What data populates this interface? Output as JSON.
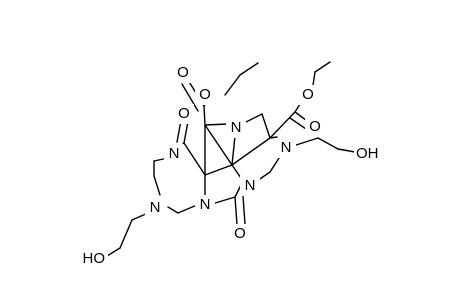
{
  "molecule": {
    "labels": {
      "o_ester_left_carbonyl": "O",
      "o_ester_left_ether": "O",
      "o_ester_right_carbonyl": "O",
      "o_ester_right_ether": "O",
      "n_top_center": "N",
      "o_ketone_top": "O",
      "n_left_upper": "N",
      "n_right_upper": "N",
      "oh_right": "OH",
      "n_right_lower": "N",
      "n_left_lower": "N",
      "n_lower_center": "N",
      "o_ketone_bottom": "O",
      "oh_left": "HO"
    },
    "colors": {
      "bond": "#000000",
      "text": "#000000",
      "background": "#ffffff"
    }
  }
}
